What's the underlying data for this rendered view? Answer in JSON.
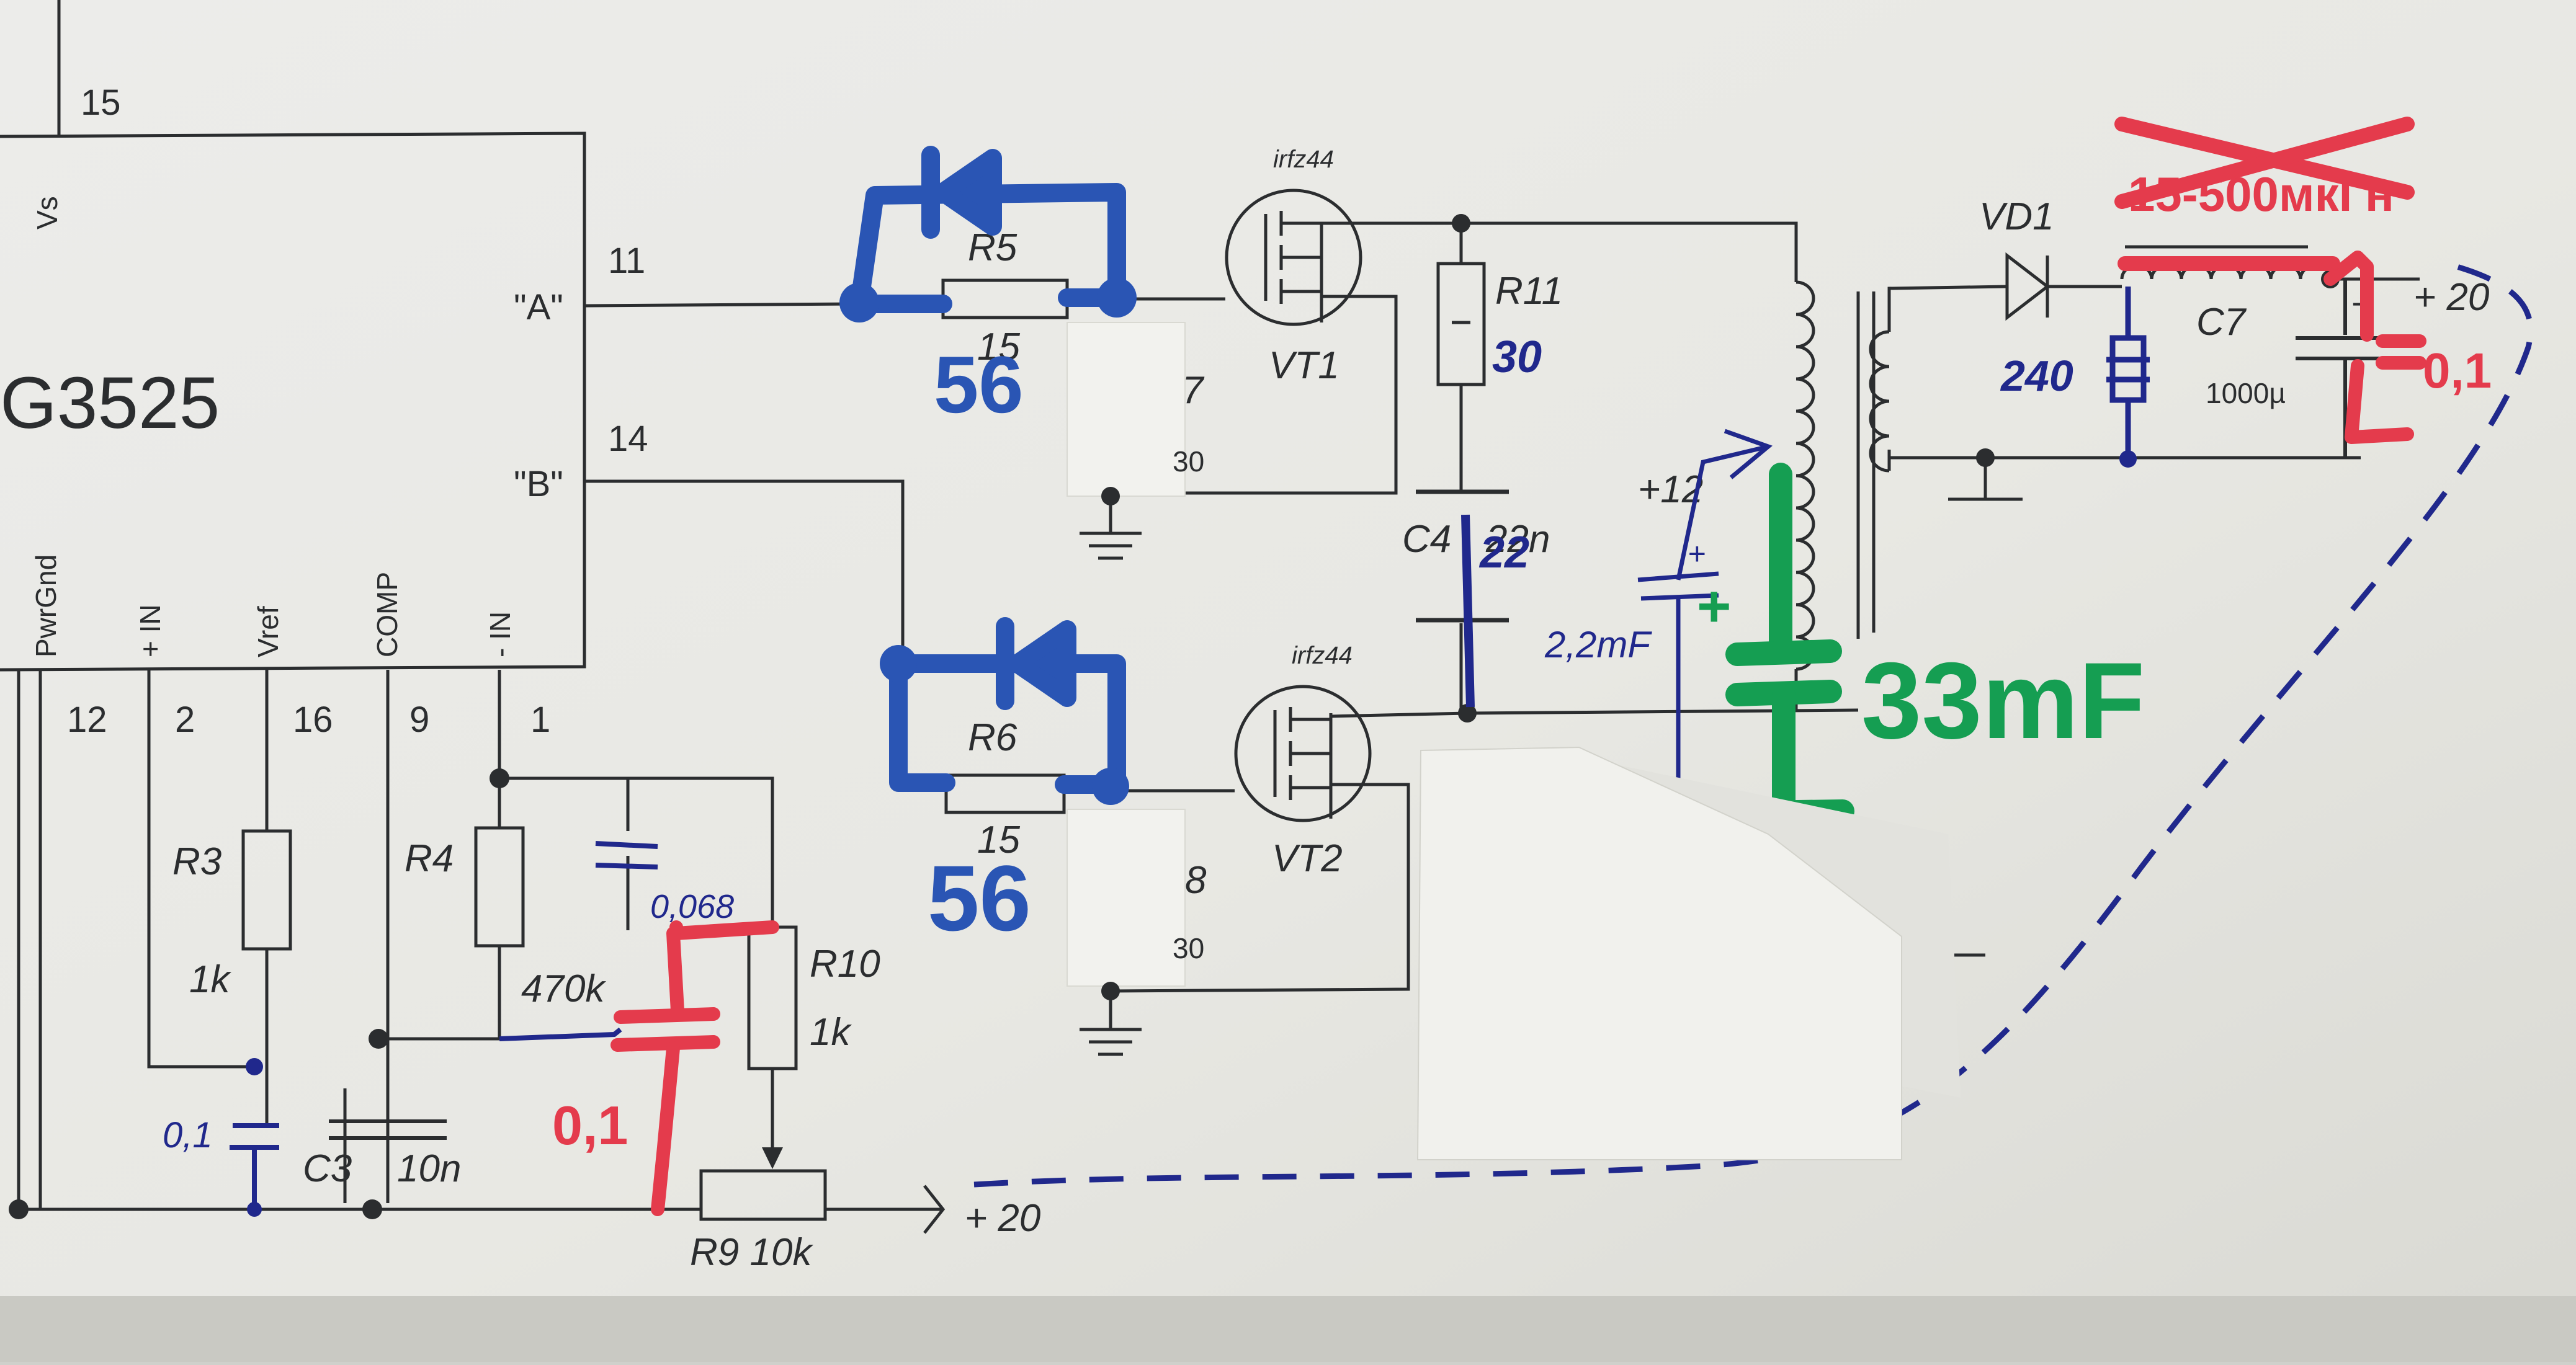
{
  "chip": {
    "name_fragment": "G3525",
    "pins": {
      "vs_label": "Vs",
      "vs_num": "15",
      "a_label": "\"A\"",
      "a_num": "11",
      "b_label": "\"B\"",
      "b_num": "14",
      "pwrgnd_label": "PwrGnd",
      "pwrgnd_num": "12",
      "plus_in_label": "+ IN",
      "plus_in_num": "2",
      "vref_label": "Vref",
      "vref_num": "16",
      "comp_label": "COMP",
      "comp_num": "9",
      "minus_in_label": "- IN",
      "minus_in_num": "1"
    }
  },
  "components": {
    "r5": {
      "label": "R5",
      "orig": "15",
      "hand": "56"
    },
    "r6": {
      "label": "R6",
      "orig": "15",
      "hand": "56"
    },
    "r3": {
      "label": "R3",
      "value": "1k"
    },
    "r4": {
      "label": "R4",
      "value": "470k"
    },
    "r10": {
      "label": "R10",
      "value": "1k"
    },
    "r9": {
      "label": "R9 10k"
    },
    "r11": {
      "label": "R11",
      "hand": "30"
    },
    "r7_fragment": {
      "label": "7",
      "value": "30"
    },
    "r8_fragment": {
      "label": "8",
      "value": "30"
    },
    "c3": {
      "label": "C3",
      "value": "10n"
    },
    "c4": {
      "label": "C4",
      "orig": "22n",
      "hand": "22"
    },
    "c7": {
      "label": "C7",
      "value": "1000µ"
    },
    "vt1": {
      "label": "VT1",
      "part": "irfz44"
    },
    "vt2": {
      "label": "VT2",
      "part": "irfz44"
    },
    "vd1": {
      "label": "VD1"
    },
    "supply_out": "+ 20",
    "supply_in": "+ 20",
    "mid_tap": "+12"
  },
  "annotations": {
    "inductor_crossed": "15-500мкГн",
    "blue_cap_1": "0,1",
    "blue_cap_2": "0,068",
    "blue_cap_3": "2,2mF",
    "blue_res": "240",
    "red_cap_1": "0,1",
    "red_cap_2": "0,1",
    "green_cap": "33mF"
  },
  "colors": {
    "paper": "#ebebe6",
    "ink": "#2b2d2f",
    "blue_marker": "#2a55b4",
    "blue_pen": "#20288c",
    "red_marker": "#e43b4c",
    "green_marker": "#159e52"
  }
}
